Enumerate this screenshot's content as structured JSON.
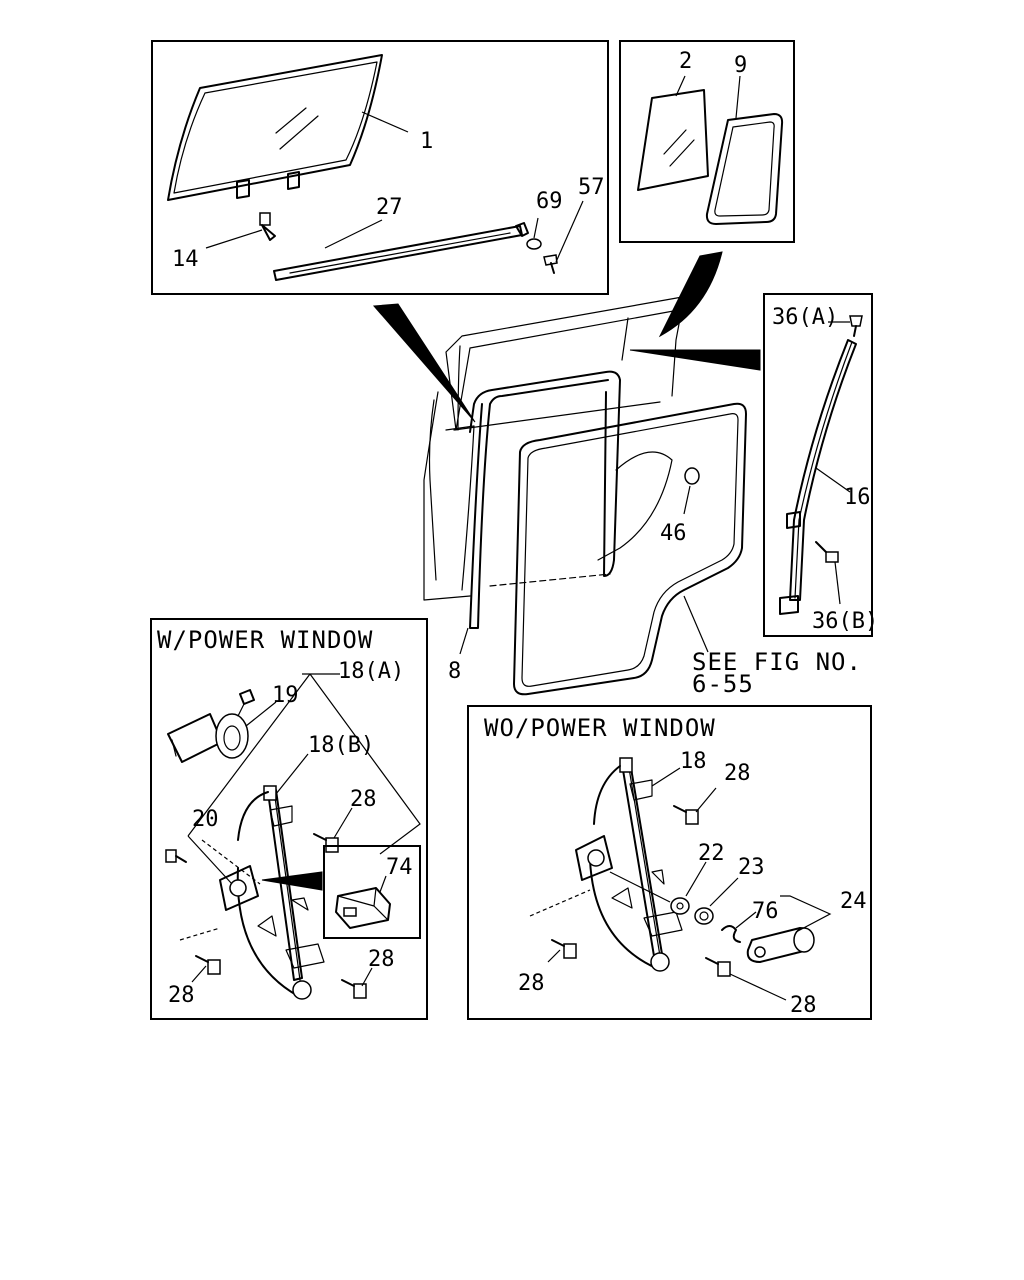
{
  "panels": {
    "glass": {},
    "quarter_glass": {},
    "vent_channel": {},
    "power_window": {
      "title": "W/POWER WINDOW"
    },
    "manual_window": {
      "title": "WO/POWER WINDOW"
    }
  },
  "labels": {
    "p1": "1",
    "p2": "2",
    "p9": "9",
    "p14": "14",
    "p27": "27",
    "p69": "69",
    "p57": "57",
    "p36a": "36(A)",
    "p16": "16",
    "p36b": "36(B)",
    "p46": "46",
    "p8": "8",
    "see_fig_1": "SEE FIG NO.",
    "see_fig_2": "6-55",
    "p18a": "18(A)",
    "p19": "19",
    "p18b": "18(B)",
    "p20": "20",
    "p28_pw_1": "28",
    "p74": "74",
    "p28_pw_2": "28",
    "p28_pw_3": "28",
    "p18": "18",
    "p28_m_1": "28",
    "p22": "22",
    "p23": "23",
    "p24": "24",
    "p76": "76",
    "p28_m_2": "28",
    "p28_m_3": "28"
  }
}
